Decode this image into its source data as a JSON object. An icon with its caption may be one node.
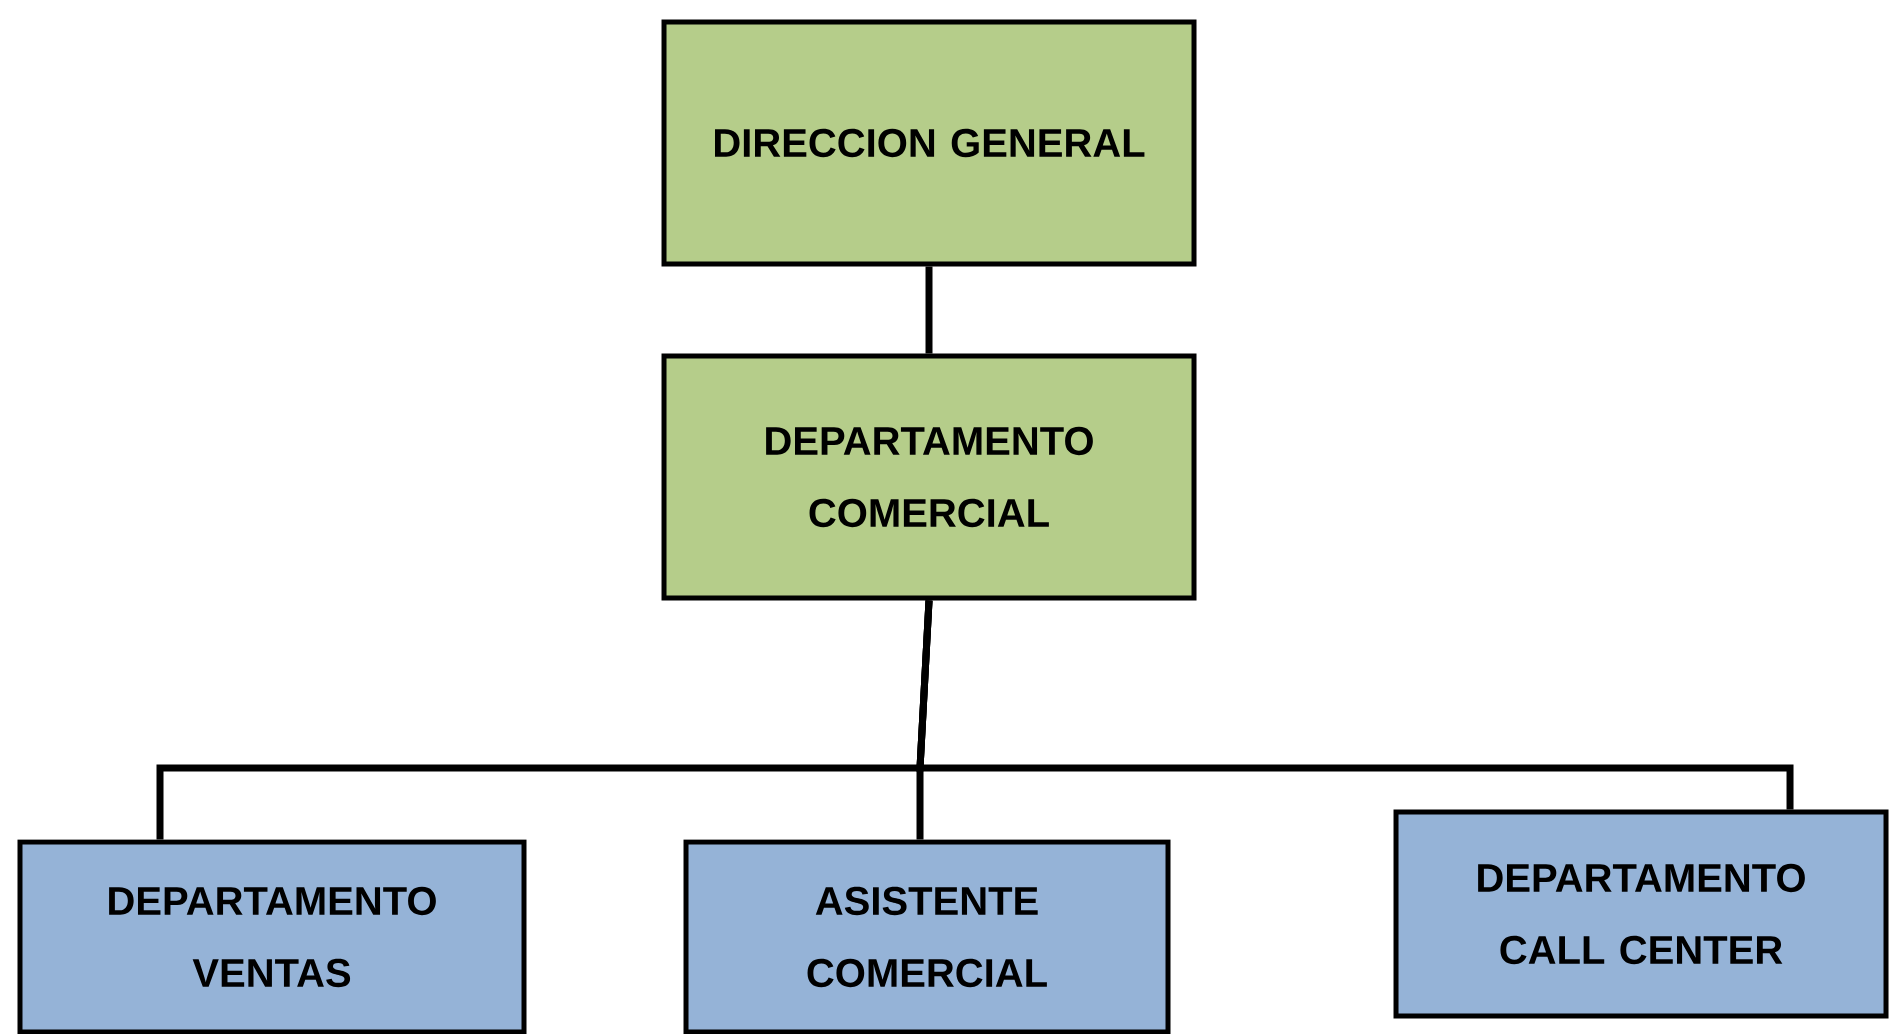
{
  "diagram": {
    "nodes": [
      {
        "text": [
          "DIRECCION GENERAL"
        ]
      },
      {
        "text": [
          "DEPARTAMENTO COMERCIAL"
        ]
      },
      {
        "text": [
          "DEPARTAMENTO VENTAS"
        ]
      },
      {
        "text": [
          "ASISTENTE COMERCIAL"
        ]
      },
      {
        "text": [
          "DEPARTAMENTO CALL CENTER"
        ]
      }
    ],
    "edges": [
      {
        "from": 0,
        "to": 1,
        "arrow": "none"
      },
      {
        "from": 1,
        "to": 2,
        "arrow": "none"
      },
      {
        "from": 1,
        "to": 3,
        "arrow": "none"
      },
      {
        "from": 1,
        "to": 4,
        "arrow": "none"
      }
    ]
  }
}
